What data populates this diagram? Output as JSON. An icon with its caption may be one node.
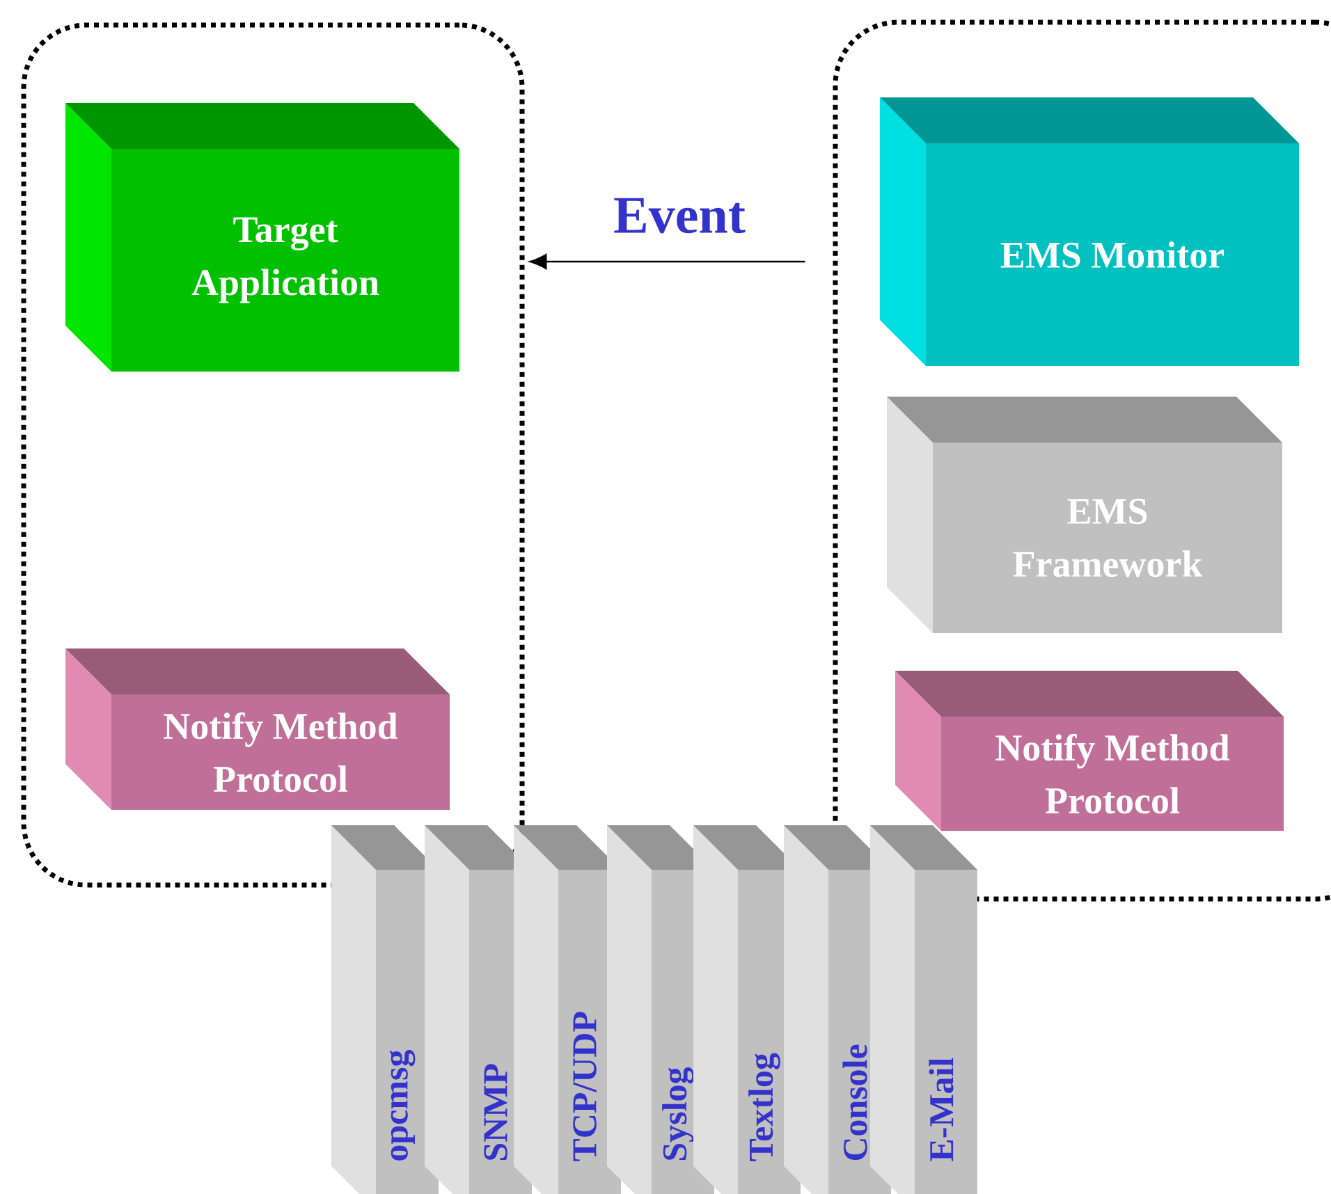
{
  "diagram": {
    "nodes": [
      {
        "text": [],
        "shape": "box"
      },
      {
        "text": [
          "Target Application"
        ],
        "in": 0
      },
      {
        "text": [
          "Notify Method Protocol"
        ],
        "in": 0
      },
      {
        "text": [],
        "shape": "box"
      },
      {
        "text": [
          "EMS Monitor"
        ],
        "in": 3
      },
      {
        "text": [
          "EMS Framework"
        ],
        "in": 3
      },
      {
        "text": [
          "Notify Method Protocol"
        ],
        "in": 3
      },
      {
        "text": [
          "opcmsg"
        ]
      },
      {
        "text": [
          "SNMP"
        ]
      },
      {
        "text": [
          "TCP/UDP"
        ]
      },
      {
        "text": [
          "Syslog"
        ]
      },
      {
        "text": [
          "Textlog"
        ]
      },
      {
        "text": [
          "Console"
        ]
      },
      {
        "text": [
          "E-Mail"
        ]
      }
    ],
    "edges": [
      {
        "from": 3,
        "to": 0,
        "arrow": "to",
        "label": "Event"
      }
    ]
  }
}
